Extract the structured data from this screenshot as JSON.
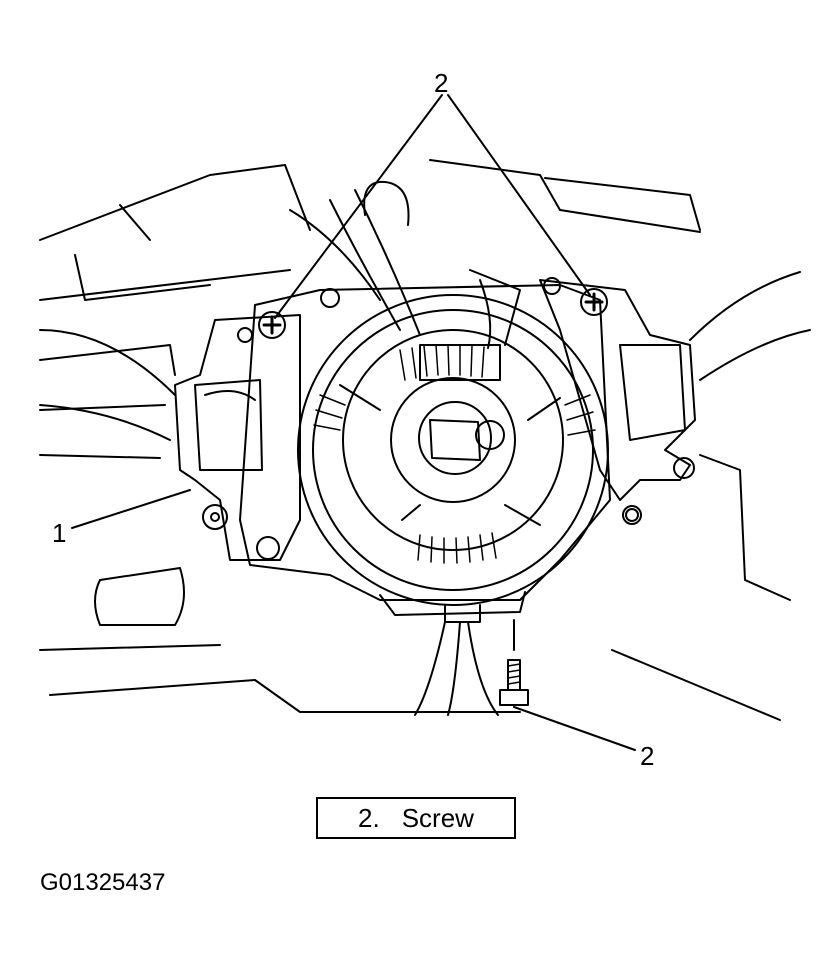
{
  "diagram": {
    "callouts": {
      "top_screws": "2",
      "bottom_screw": "2",
      "part_1": "1"
    },
    "legend": {
      "number": "2.",
      "label": "Screw"
    },
    "figure_id": "G01325437",
    "colors": {
      "line": "#000000",
      "background": "#ffffff"
    }
  }
}
